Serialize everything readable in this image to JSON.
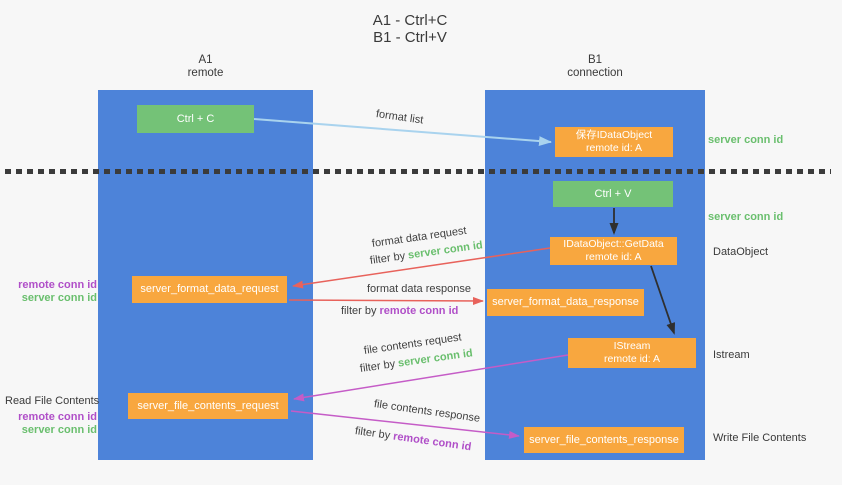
{
  "title": {
    "line1": "A1 - Ctrl+C",
    "line2": "B1 - Ctrl+V"
  },
  "columns": {
    "left": {
      "header_line1": "A1",
      "header_line2": "remote"
    },
    "right": {
      "header_line1": "B1",
      "header_line2": "connection"
    }
  },
  "boxes": {
    "ctrl_c": {
      "label": "Ctrl + C"
    },
    "save_dataobject": {
      "line1": "保存IDataObject",
      "line2": "remote id: A"
    },
    "ctrl_v": {
      "label": "Ctrl + V"
    },
    "getdata": {
      "line1": "IDataObject::GetData",
      "line2": "remote id: A"
    },
    "format_request": {
      "label": "server_format_data_request"
    },
    "format_response": {
      "label": "server_format_data_response"
    },
    "istream": {
      "line1": "IStream",
      "line2": "remote id: A"
    },
    "file_request": {
      "label": "server_file_contents_request"
    },
    "file_response": {
      "label": "server_file_contents_response"
    }
  },
  "flow_labels": {
    "format_list": "format list",
    "format_data_request": "format data request",
    "format_request_filter_prefix": "filter by ",
    "format_request_filter_key": "server conn id",
    "format_data_response": "format data response",
    "format_response_filter_prefix": "filter by ",
    "format_response_filter_key": "remote conn id",
    "file_contents_request": "file contents request",
    "file_request_filter_prefix": "filter by ",
    "file_request_filter_key": "server conn id",
    "file_contents_response": "file contents response",
    "file_response_filter_prefix": "filter by ",
    "file_response_filter_key": "remote conn id"
  },
  "annotations": {
    "left": {
      "remote_conn_id_1": "remote conn id",
      "server_conn_id_1": "server conn id",
      "read_file_contents": "Read File Contents",
      "remote_conn_id_2": "remote conn id",
      "server_conn_id_2": "server conn id"
    },
    "right": {
      "server_conn_id_1": "server conn id",
      "server_conn_id_2": "server conn id",
      "dataobject": "DataObject",
      "istream": "Istream",
      "write_file_contents": "Write File Contents"
    }
  },
  "colors": {
    "background": "#f7f7f7",
    "column_blue": "#4d83d9",
    "box_green": "#74c277",
    "box_orange": "#f8a73f",
    "arrow_lightblue": "#a9d3ee",
    "arrow_black": "#2f2f2f",
    "arrow_red": "#e8625b",
    "arrow_magenta": "#c55cc7",
    "text_green": "#6abf6e",
    "text_purple": "#b04fc8"
  }
}
